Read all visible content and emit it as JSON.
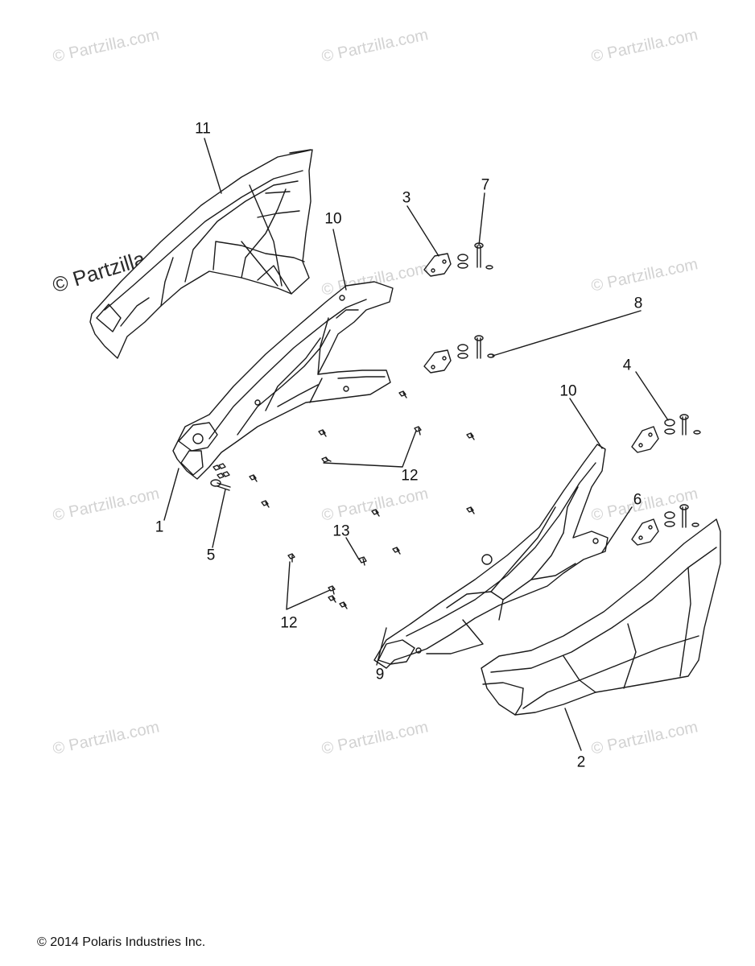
{
  "watermarks": [
    "© Partzilla.com",
    "© Partzilla.com",
    "© Partzilla.com",
    "© Partzilla.com",
    "© Partzilla.com",
    "© Partzilla.com",
    "© Partzilla.com",
    "© Partzilla.com",
    "© Partzilla.com",
    "© Partzilla.com",
    "© Partzilla.com",
    "© Partzilla.com"
  ],
  "callouts": {
    "c1": "1",
    "c2": "2",
    "c3": "3",
    "c4": "4",
    "c5": "5",
    "c6": "6",
    "c7": "7",
    "c8": "8",
    "c9": "9",
    "c10a": "10",
    "c10b": "10",
    "c11": "11",
    "c12a": "12",
    "c12b": "12",
    "c13": "13"
  },
  "footer": {
    "copyright": "© 2014 Polaris Industries Inc."
  },
  "colors": {
    "line": "#1a1a1a",
    "watermark": "#d2d2d2"
  }
}
